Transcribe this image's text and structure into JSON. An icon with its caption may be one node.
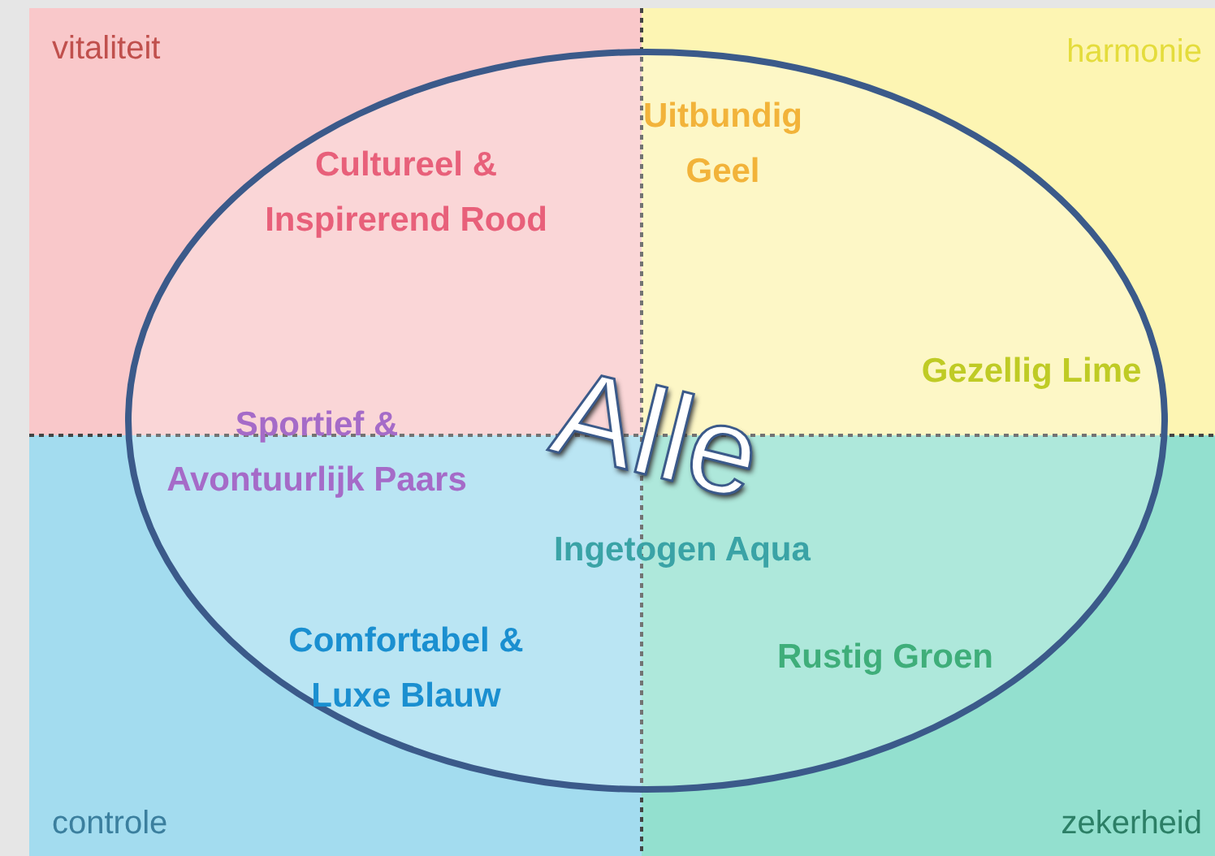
{
  "diagram": {
    "nodes": [
      {
        "text": [
          "vitaliteit"
        ]
      },
      {
        "text": [
          "harmonie"
        ]
      },
      {
        "text": [
          "controle"
        ]
      },
      {
        "text": [
          "zekerheid"
        ]
      },
      {
        "text": [
          "Alle"
        ]
      }
    ],
    "labels": [
      "Uitbundig Geel",
      "Cultureel & Inspirerend Rood",
      "Gezellig Lime",
      "Sportief & Avontuurlijk Paars",
      "Ingetogen Aqua",
      "Comfortabel & Luxe Blauw",
      "Rustig Groen"
    ]
  }
}
